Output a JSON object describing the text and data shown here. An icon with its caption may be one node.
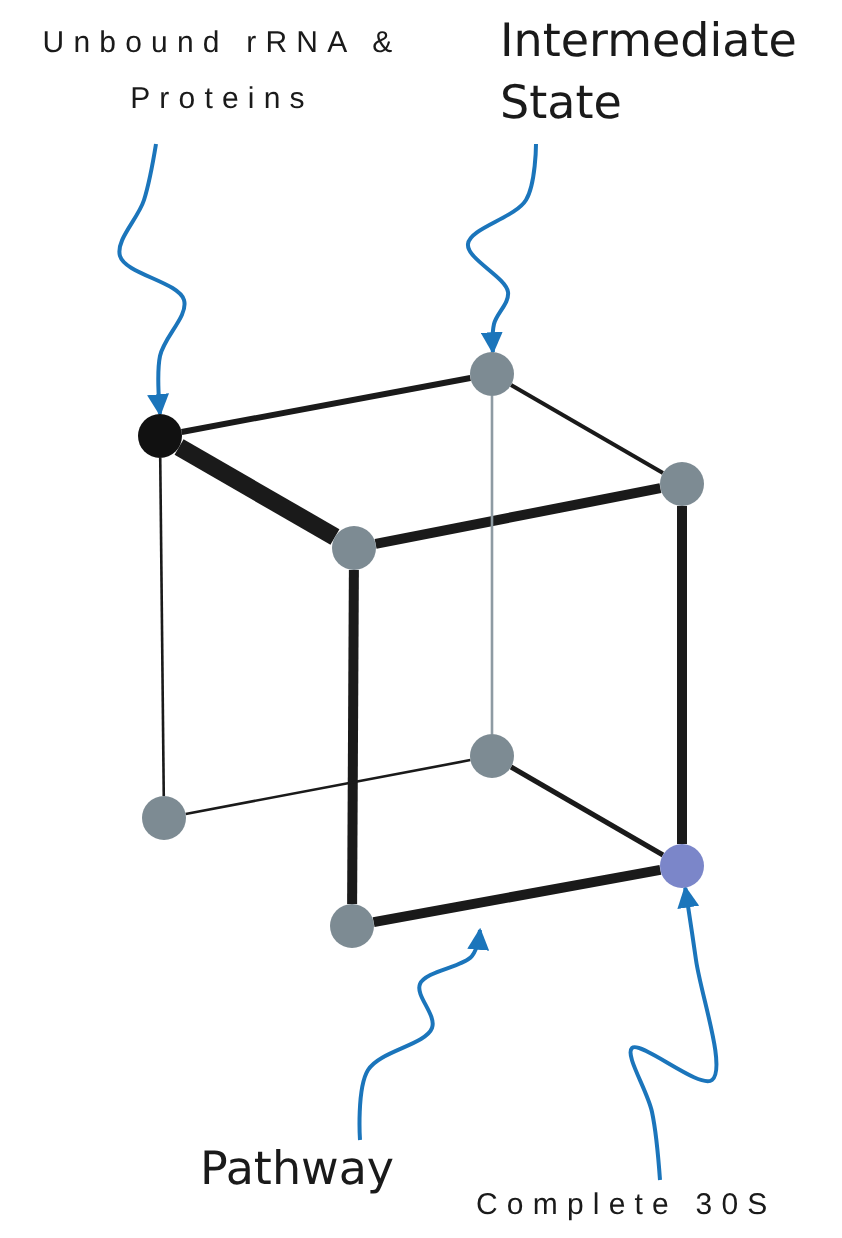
{
  "diagram": {
    "nodes": [
      {
        "text": [
          "Unbound rRNA & Proteins"
        ]
      },
      {
        "text": [
          "Intermediate State"
        ]
      },
      {
        "text": [],
        "shape": "circle"
      },
      {
        "text": [],
        "shape": "circle"
      },
      {
        "text": [],
        "shape": "circle"
      },
      {
        "text": [],
        "shape": "circle"
      },
      {
        "text": [],
        "shape": "circle"
      },
      {
        "text": [],
        "shape": "circle"
      },
      {
        "text": [],
        "shape": "circle"
      },
      {
        "text": [],
        "shape": "circle"
      },
      {
        "text": [
          "Pathway"
        ]
      },
      {
        "text": [
          "Complete 30S"
        ]
      }
    ],
    "edges": [
      {
        "from": 3,
        "to": 2,
        "arrow": "none"
      },
      {
        "from": 2,
        "to": 4,
        "arrow": "none"
      },
      {
        "from": 3,
        "to": 5,
        "arrow": "none",
        "style": "thick"
      },
      {
        "from": 5,
        "to": 4,
        "arrow": "none",
        "style": "thick"
      },
      {
        "from": 4,
        "to": 8,
        "arrow": "none",
        "style": "thick"
      },
      {
        "from": 5,
        "to": 9,
        "arrow": "none",
        "style": "thick"
      },
      {
        "from": 9,
        "to": 8,
        "arrow": "none",
        "style": "thick"
      },
      {
        "from": 6,
        "to": 8,
        "arrow": "none"
      },
      {
        "from": 7,
        "to": 6,
        "arrow": "none"
      },
      {
        "from": 3,
        "to": 7,
        "arrow": "none"
      },
      {
        "from": 2,
        "to": 6,
        "arrow": "none",
        "color": "#8e9ba3"
      },
      {
        "from": 0,
        "to": 3,
        "arrow": "to",
        "color": "#1b75bb"
      },
      {
        "from": 1,
        "to": 2,
        "arrow": "to",
        "color": "#1b75bb"
      },
      {
        "from": 10,
        "to": null,
        "arrow": "to",
        "color": "#1b75bb"
      },
      {
        "from": 11,
        "to": 8,
        "arrow": "to",
        "color": "#1b75bb"
      }
    ]
  }
}
